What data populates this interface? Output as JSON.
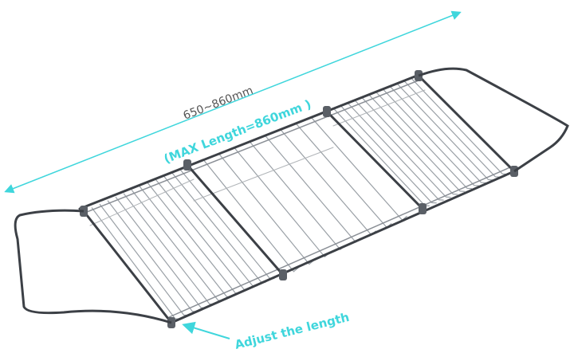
{
  "annotations": {
    "range": "650~860mm",
    "max_length": "(MAX Length=860mm )",
    "adjust": "Adjust the length"
  },
  "colors": {
    "accent": "#3fd6dc",
    "metal": "#8a8f96",
    "metal_dark": "#3c4046"
  }
}
